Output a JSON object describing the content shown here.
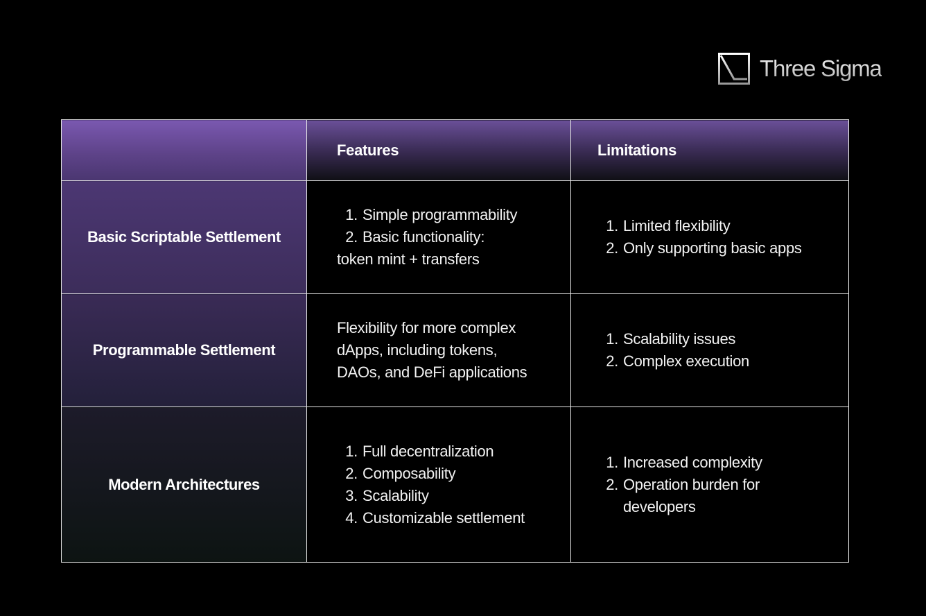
{
  "brand": {
    "name": "Three Sigma",
    "icon": "three-sigma-logo-mark"
  },
  "colors": {
    "background": "#000000",
    "accent_purple": "#7a58b0",
    "border": "#e6e6e6",
    "text": "#ffffff"
  },
  "table": {
    "headers": {
      "corner": "",
      "features": "Features",
      "limitations": "Limitations"
    },
    "rows": [
      {
        "label": "Basic Scriptable Settlement",
        "features": {
          "items": [
            "Simple programmability",
            "Basic functionality:"
          ],
          "continuation": "token mint + transfers"
        },
        "limitations": {
          "items": [
            "Limited flexibility",
            "Only supporting basic apps"
          ]
        }
      },
      {
        "label": "Programmable Settlement",
        "features": {
          "lines": [
            "Flexibility for more complex",
            "dApps, including tokens,",
            "DAOs, and DeFi applications"
          ]
        },
        "limitations": {
          "items": [
            "Scalability issues",
            "Complex execution"
          ]
        }
      },
      {
        "label": "Modern Architectures",
        "features": {
          "items": [
            "Full decentralization",
            "Composability",
            "Scalability",
            "Customizable settlement"
          ]
        },
        "limitations": {
          "items": [
            "Increased complexity",
            "Operation burden for",
            "developers"
          ]
        }
      }
    ]
  }
}
